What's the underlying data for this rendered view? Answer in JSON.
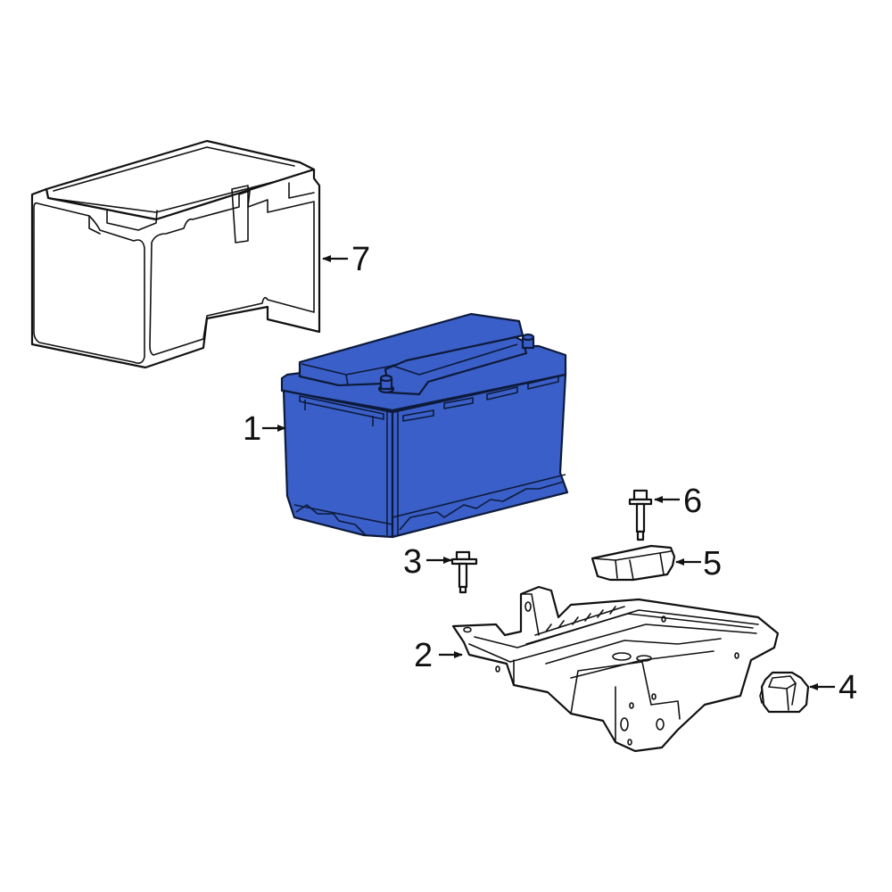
{
  "diagram": {
    "type": "exploded parts diagram",
    "subject": "Battery and battery tray assembly",
    "highlight_color": "#3A5FC8",
    "line_color": "#111111",
    "background": "#ffffff"
  },
  "parts": [
    {
      "number": "1",
      "name": "Battery",
      "highlighted": true
    },
    {
      "number": "2",
      "name": "Battery tray",
      "highlighted": false
    },
    {
      "number": "3",
      "name": "Bolt",
      "highlighted": false
    },
    {
      "number": "4",
      "name": "Bracket / clip",
      "highlighted": false
    },
    {
      "number": "5",
      "name": "Hold-down clamp",
      "highlighted": false
    },
    {
      "number": "6",
      "name": "Bolt",
      "highlighted": false
    },
    {
      "number": "7",
      "name": "Battery insulator cover",
      "highlighted": false
    }
  ],
  "callouts": {
    "c1": "1",
    "c2": "2",
    "c3": "3",
    "c4": "4",
    "c5": "5",
    "c6": "6",
    "c7": "7"
  }
}
